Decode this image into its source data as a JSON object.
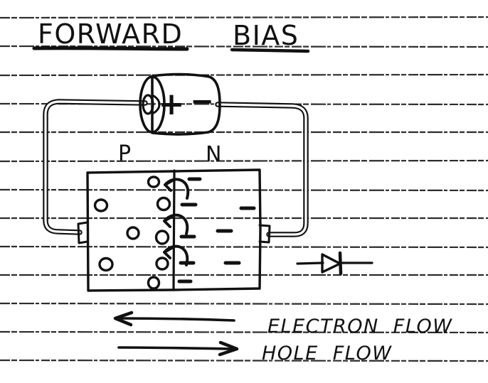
{
  "title": {
    "word1": "FORWARD",
    "word2": "BIAS"
  },
  "battery": {
    "positive_terminal": "+",
    "negative_terminal": "−"
  },
  "junction": {
    "p_region_label": "P",
    "n_region_label": "N",
    "hole_count": 8,
    "electron_count": 8,
    "crossing_arrow_count": 3
  },
  "legend": {
    "electron_flow": "ELECTRON FLOW",
    "hole_flow": "HOLE FLOW"
  },
  "colors": {
    "ink": "#111111",
    "rule_line": "#1b1b1b",
    "paper": "#ffffff"
  }
}
